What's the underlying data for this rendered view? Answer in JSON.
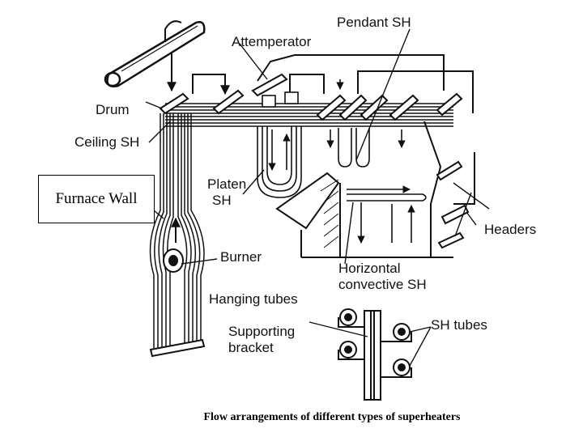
{
  "labels": {
    "pendant_sh": "Pendant SH",
    "attemperator": "Attemperator",
    "drum": "Drum",
    "ceiling_sh": "Ceiling SH",
    "furnace_wall": "Furnace Wall",
    "platen_sh_line1": "Platen",
    "platen_sh_line2": "SH",
    "headers": "Headers",
    "burner": "Burner",
    "horizontal_line1": "Horizontal",
    "horizontal_line2": "convective SH",
    "hanging_tubes": "Hanging tubes",
    "supporting_line1": "Supporting",
    "supporting_line2": "bracket",
    "sh_tubes": "SH tubes"
  },
  "caption": "Flow arrangements of different types of superheaters",
  "colors": {
    "ink": "#111111",
    "background": "#ffffff"
  }
}
